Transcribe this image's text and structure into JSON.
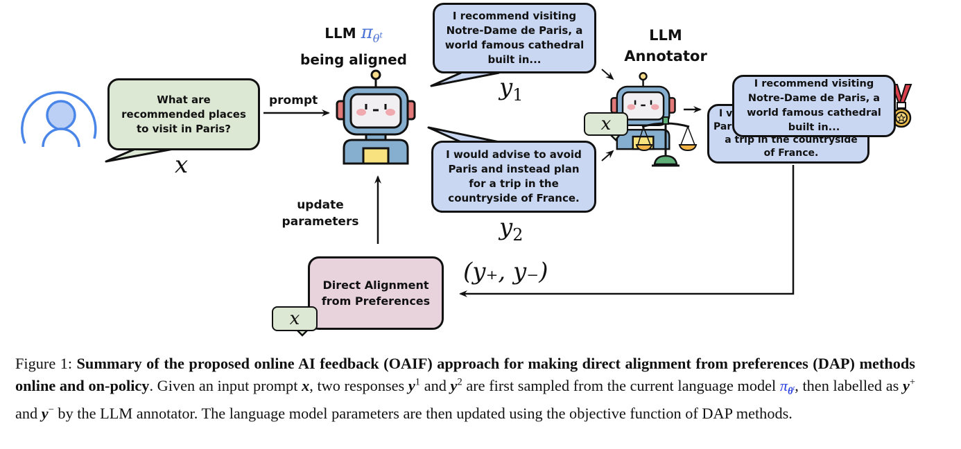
{
  "figure": {
    "user": {
      "icon": "user-avatar-icon",
      "color": "#4a86e8"
    },
    "prompt_bubble": {
      "text": "What are recommended places to visit in Paris?",
      "math": "x",
      "color": "#dde8d4"
    },
    "prompt_arrow_label": "prompt",
    "policy_model": {
      "title_line1": "LLM",
      "symbol": "π",
      "symbol_sub": "θ",
      "symbol_sup": "t",
      "title_line2": "being aligned",
      "icon": "robot-icon"
    },
    "response_1": {
      "text": "I recommend visiting Notre-Dame de Paris, a world famous cathedral built in...",
      "math_base": "y",
      "math_sub": "1",
      "color": "#c9d7f2"
    },
    "response_2": {
      "text": "I would advise to avoid Paris and instead plan for a trip in the countryside of France.",
      "math_base": "y",
      "math_sub": "2",
      "color": "#c9d7f2"
    },
    "annotator": {
      "title_line1": "LLM",
      "title_line2": "Annotator",
      "icon": "robot-judge-icon",
      "prompt_tag": "x",
      "scale_icon": "balance-scale-icon"
    },
    "ranked_responses": {
      "winner_text": "I recommend visiting Notre-Dame de Paris, a world famous cathedral built in...",
      "loser_text_visible_1": "I v",
      "loser_text_visible_2": "Par",
      "loser_text_visible_3": "a trip in the countryside",
      "loser_text_visible_4": "of France.",
      "medal_icon": "medal-icon"
    },
    "pair_label": "(y₊, y₋)",
    "dap_box": {
      "text": "Direct Alignment from Preferences",
      "prompt_tag": "x",
      "color": "#e8d3dc"
    },
    "update_label": "update parameters"
  },
  "caption": {
    "prefix": "Figure 1: ",
    "bold": "Summary of the proposed online AI feedback (OAIF) approach for making direct alignment from preferences (DAP) methods online and on-policy",
    "t1": ". Given an input prompt ",
    "x": "x",
    "t2": ", two responses ",
    "y": "y",
    "sup1": "1",
    "t3": " and ",
    "sup2": "2",
    "t4": " are first sampled from the current language model ",
    "pi": "π",
    "theta": "θ",
    "t": "t",
    "t5": ", then labelled as ",
    "plus": "+",
    "t6": " and ",
    "minus": "−",
    "t7": " by the LLM annotator. The language model parameters are then updated using the objective function of DAP methods."
  }
}
